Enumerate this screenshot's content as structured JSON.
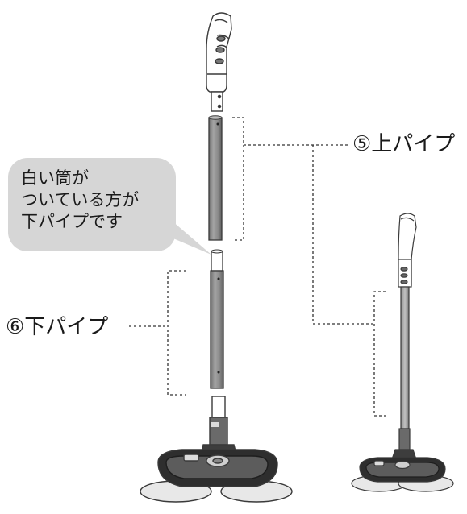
{
  "labels": {
    "upper_pipe": "⑤上パイプ",
    "lower_pipe": "⑥下パイプ"
  },
  "callout": {
    "lines": [
      "白い筒が",
      "ついている方が",
      "下パイプです"
    ]
  },
  "colors": {
    "bubble_fill": "#d6d6d6",
    "pipe_fill": "#8e8e8e",
    "outline": "#3a3a3a",
    "dash": "#333333"
  }
}
